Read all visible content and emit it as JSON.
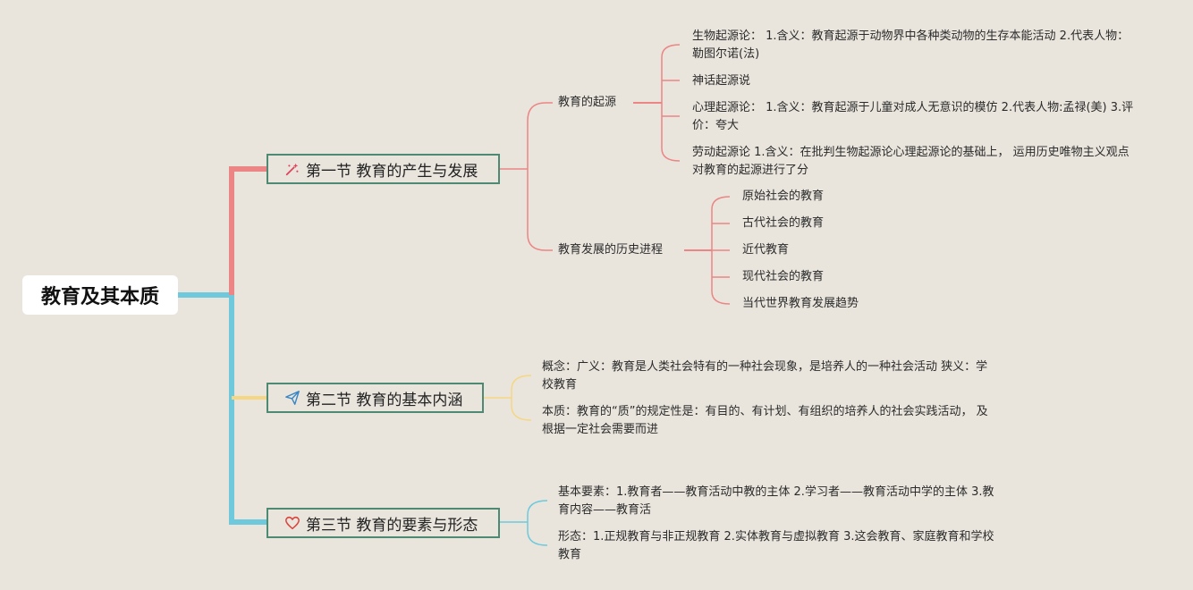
{
  "root": {
    "title": "教育及其本质"
  },
  "colors": {
    "background": "#e9e5dd",
    "branch1": "#ec8585",
    "branch2": "#f5d783",
    "branch3": "#6ec9dd",
    "section_border": "#4e8a73"
  },
  "sections": [
    {
      "title": "第一节 教育的产生与发展",
      "icon": "magic-wand-icon",
      "children": [
        {
          "label": "教育的起源",
          "items": [
            "生物起源论： 1.含义：教育起源于动物界中各种类动物的生存本能活动 2.代表人物：勒图尔诺(法)",
            "神话起源说",
            "心理起源论： 1.含义：教育起源于儿童对成人无意识的模仿 2.代表人物:孟禄(美) 3.评价：夸大",
            "劳动起源论 1.含义：在批判生物起源论心理起源论的基础上， 运用历史唯物主义观点对教育的起源进行了分"
          ]
        },
        {
          "label": "教育发展的历史进程",
          "items": [
            "原始社会的教育",
            "古代社会的教育",
            "近代教育",
            "现代社会的教育",
            "当代世界教育发展趋势"
          ]
        }
      ]
    },
    {
      "title": "第二节 教育的基本内涵",
      "icon": "paper-plane-icon",
      "children": [
        "概念：广义：教育是人类社会特有的一种社会现象，是培养人的一种社会活动 狭义：学校教育",
        "本质：教育的“质”的规定性是：有目的、有计划、有组织的培养人的社会实践活动， 及根据一定社会需要而进"
      ]
    },
    {
      "title": "第三节 教育的要素与形态",
      "icon": "heart-icon",
      "children": [
        "基本要素：1.教育者——教育活动中教的主体 2.学习者——教育活动中学的主体 3.教育内容——教育活",
        "形态：1.正规教育与非正规教育 2.实体教育与虚拟教育 3.这会教育、家庭教育和学校教育"
      ]
    }
  ]
}
